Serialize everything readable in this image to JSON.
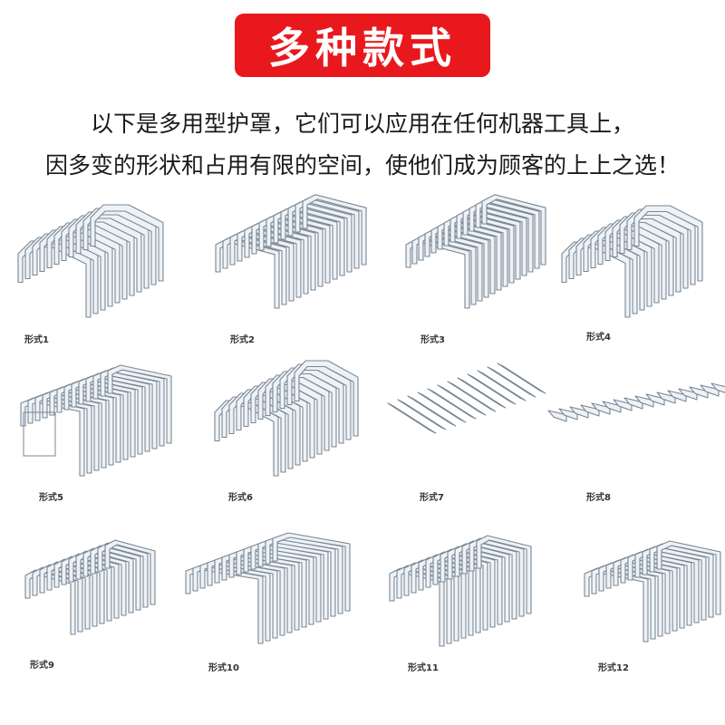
{
  "header": {
    "title": "多种款式"
  },
  "intro": {
    "line1": "以下是多用型护罩，它们可以应用在任何机器工具上，",
    "line2": "因多变的形状和占用有限的空间，使他们成为顾客的上上之选！"
  },
  "styles": [
    {
      "label": "形式1"
    },
    {
      "label": "形式2"
    },
    {
      "label": "形式3"
    },
    {
      "label": "形式4"
    },
    {
      "label": "形式5"
    },
    {
      "label": "形式6"
    },
    {
      "label": "形式7"
    },
    {
      "label": "形式8"
    },
    {
      "label": "形式9"
    },
    {
      "label": "形式10"
    },
    {
      "label": "形式11"
    },
    {
      "label": "形式12"
    }
  ],
  "colors": {
    "title_bg": "#e8181d",
    "title_text": "#ffffff",
    "line": "#7a8794",
    "fold_fill": "#edf2f6"
  }
}
